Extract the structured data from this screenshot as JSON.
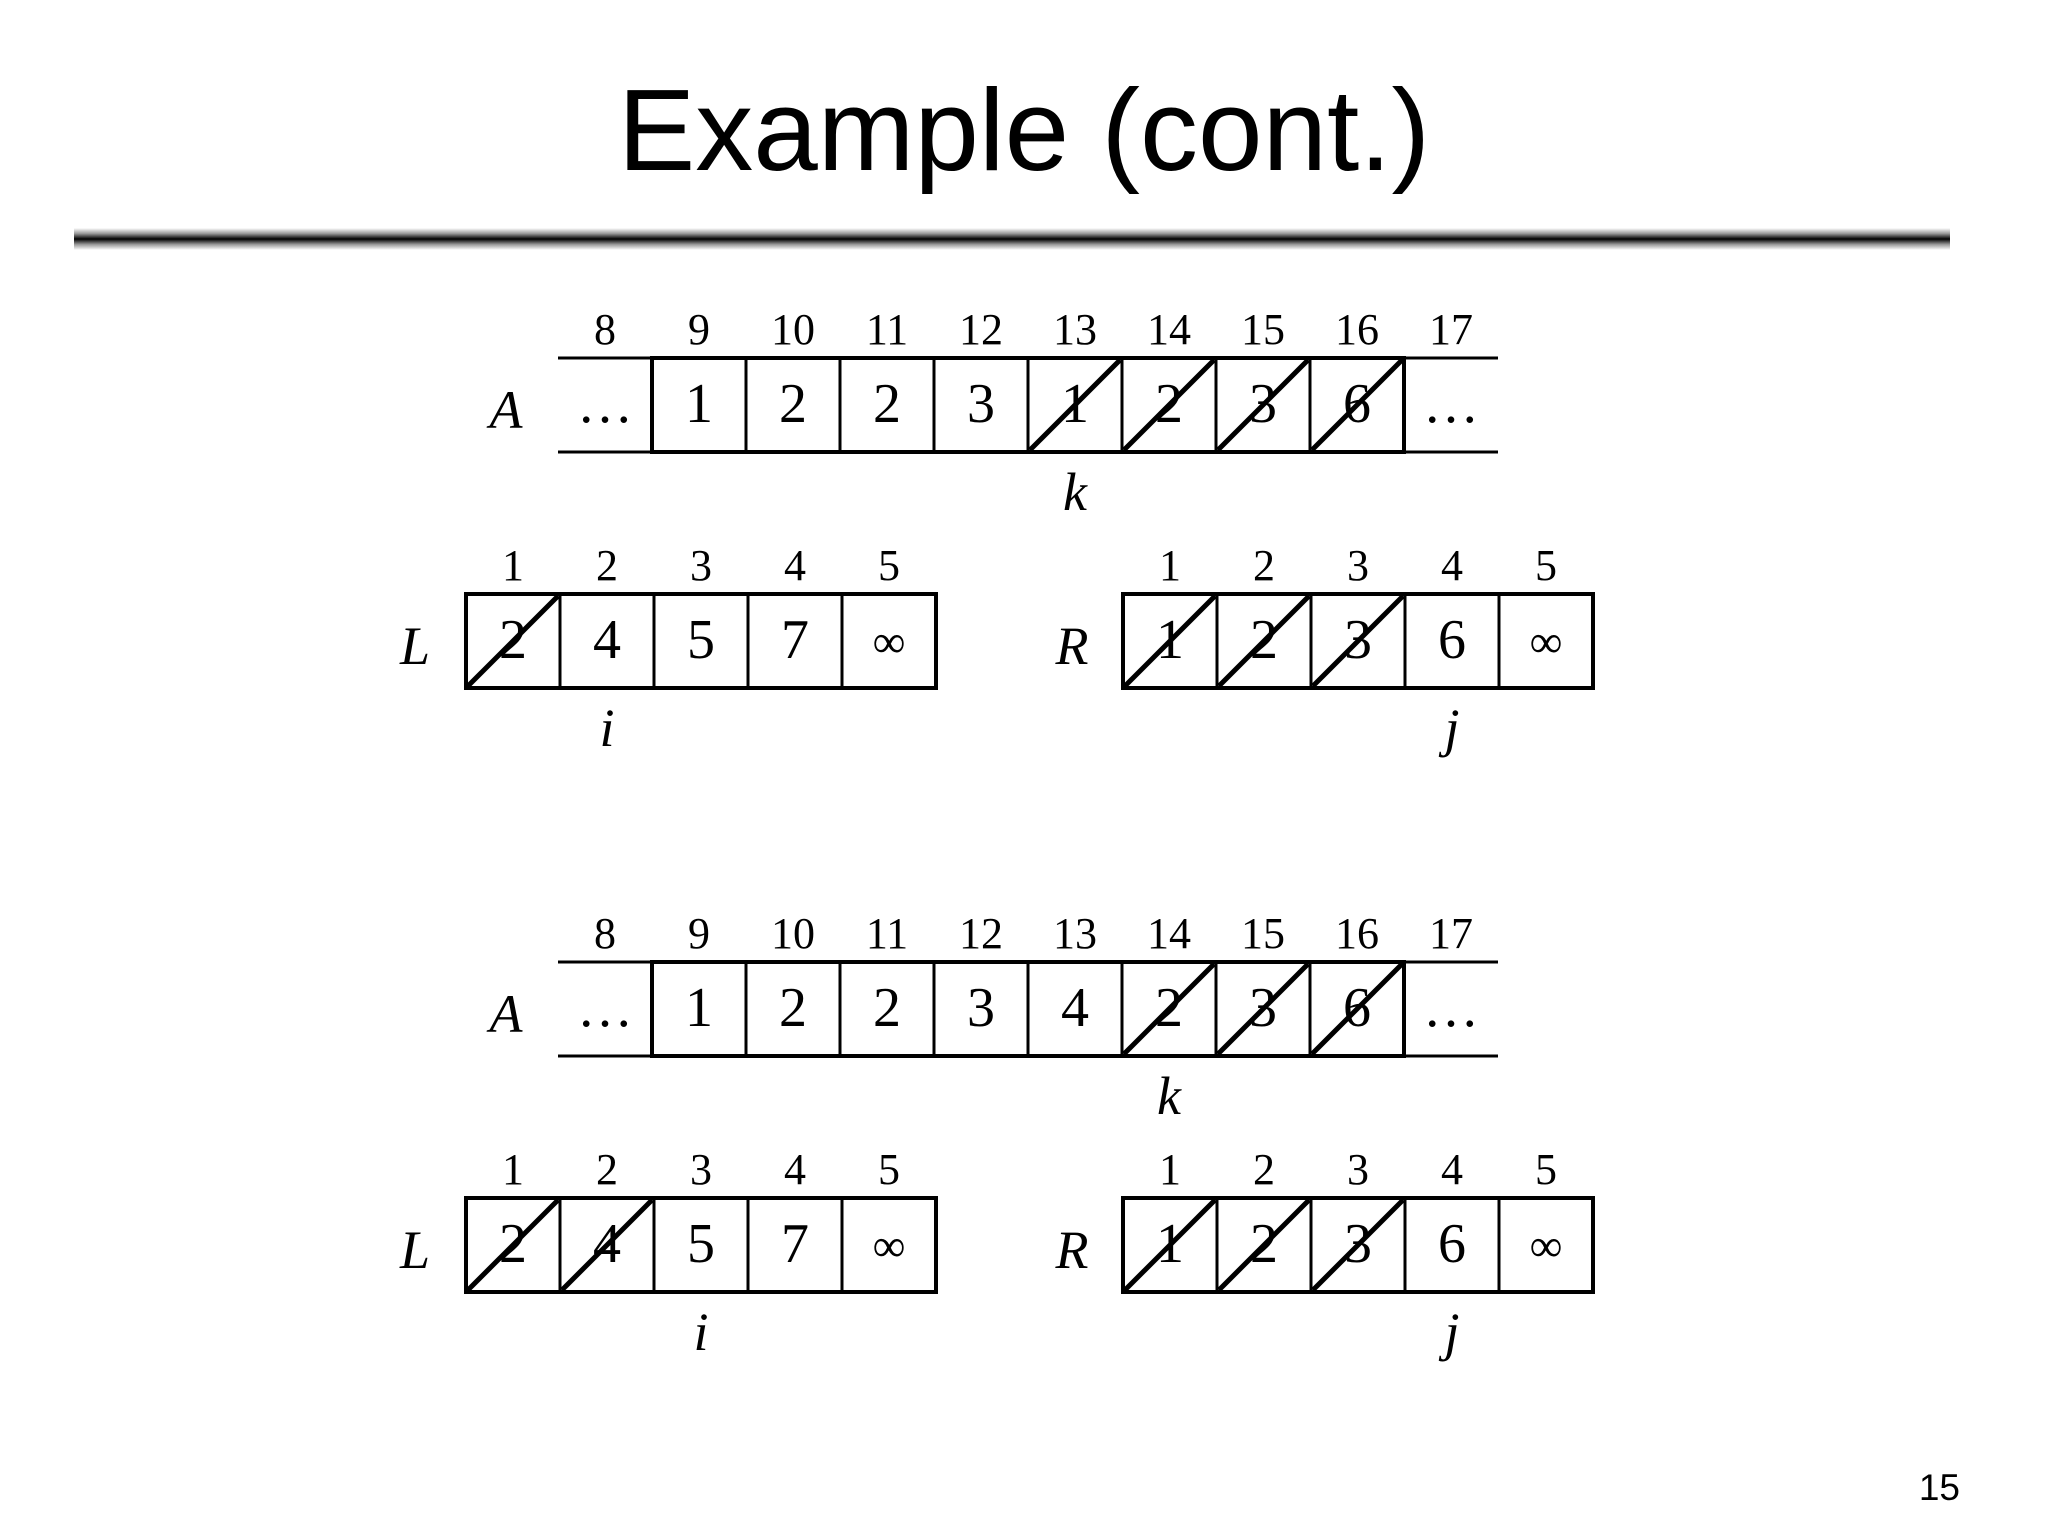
{
  "slide": {
    "title": "Example (cont.)",
    "page_number": "15"
  },
  "colors": {
    "background": "#ffffff",
    "ink": "#000000"
  },
  "steps": [
    {
      "A": {
        "label": "A",
        "indices": [
          "8",
          "9",
          "10",
          "11",
          "12",
          "13",
          "14",
          "15",
          "16",
          "17"
        ],
        "values": [
          "…",
          "1",
          "2",
          "2",
          "3",
          "1",
          "2",
          "3",
          "6",
          "…"
        ],
        "crossed": [
          false,
          false,
          false,
          false,
          false,
          true,
          true,
          true,
          true,
          false
        ],
        "pointer": {
          "label": "k",
          "position": 13
        }
      },
      "L": {
        "label": "L",
        "indices": [
          "1",
          "2",
          "3",
          "4",
          "5"
        ],
        "values": [
          "2",
          "4",
          "5",
          "7",
          "∞"
        ],
        "crossed": [
          true,
          false,
          false,
          false,
          false
        ],
        "pointer": {
          "label": "i",
          "position": 2
        }
      },
      "R": {
        "label": "R",
        "indices": [
          "1",
          "2",
          "3",
          "4",
          "5"
        ],
        "values": [
          "1",
          "2",
          "3",
          "6",
          "∞"
        ],
        "crossed": [
          true,
          true,
          true,
          false,
          false
        ],
        "pointer": {
          "label": "j",
          "position": 4
        }
      }
    },
    {
      "A": {
        "label": "A",
        "indices": [
          "8",
          "9",
          "10",
          "11",
          "12",
          "13",
          "14",
          "15",
          "16",
          "17"
        ],
        "values": [
          "…",
          "1",
          "2",
          "2",
          "3",
          "4",
          "2",
          "3",
          "6",
          "…"
        ],
        "crossed": [
          false,
          false,
          false,
          false,
          false,
          false,
          true,
          true,
          true,
          false
        ],
        "pointer": {
          "label": "k",
          "position": 14
        }
      },
      "L": {
        "label": "L",
        "indices": [
          "1",
          "2",
          "3",
          "4",
          "5"
        ],
        "values": [
          "2",
          "4",
          "5",
          "7",
          "∞"
        ],
        "crossed": [
          true,
          true,
          false,
          false,
          false
        ],
        "pointer": {
          "label": "i",
          "position": 3
        }
      },
      "R": {
        "label": "R",
        "indices": [
          "1",
          "2",
          "3",
          "4",
          "5"
        ],
        "values": [
          "1",
          "2",
          "3",
          "6",
          "∞"
        ],
        "crossed": [
          true,
          true,
          true,
          false,
          false
        ],
        "pointer": {
          "label": "j",
          "position": 4
        }
      }
    }
  ]
}
